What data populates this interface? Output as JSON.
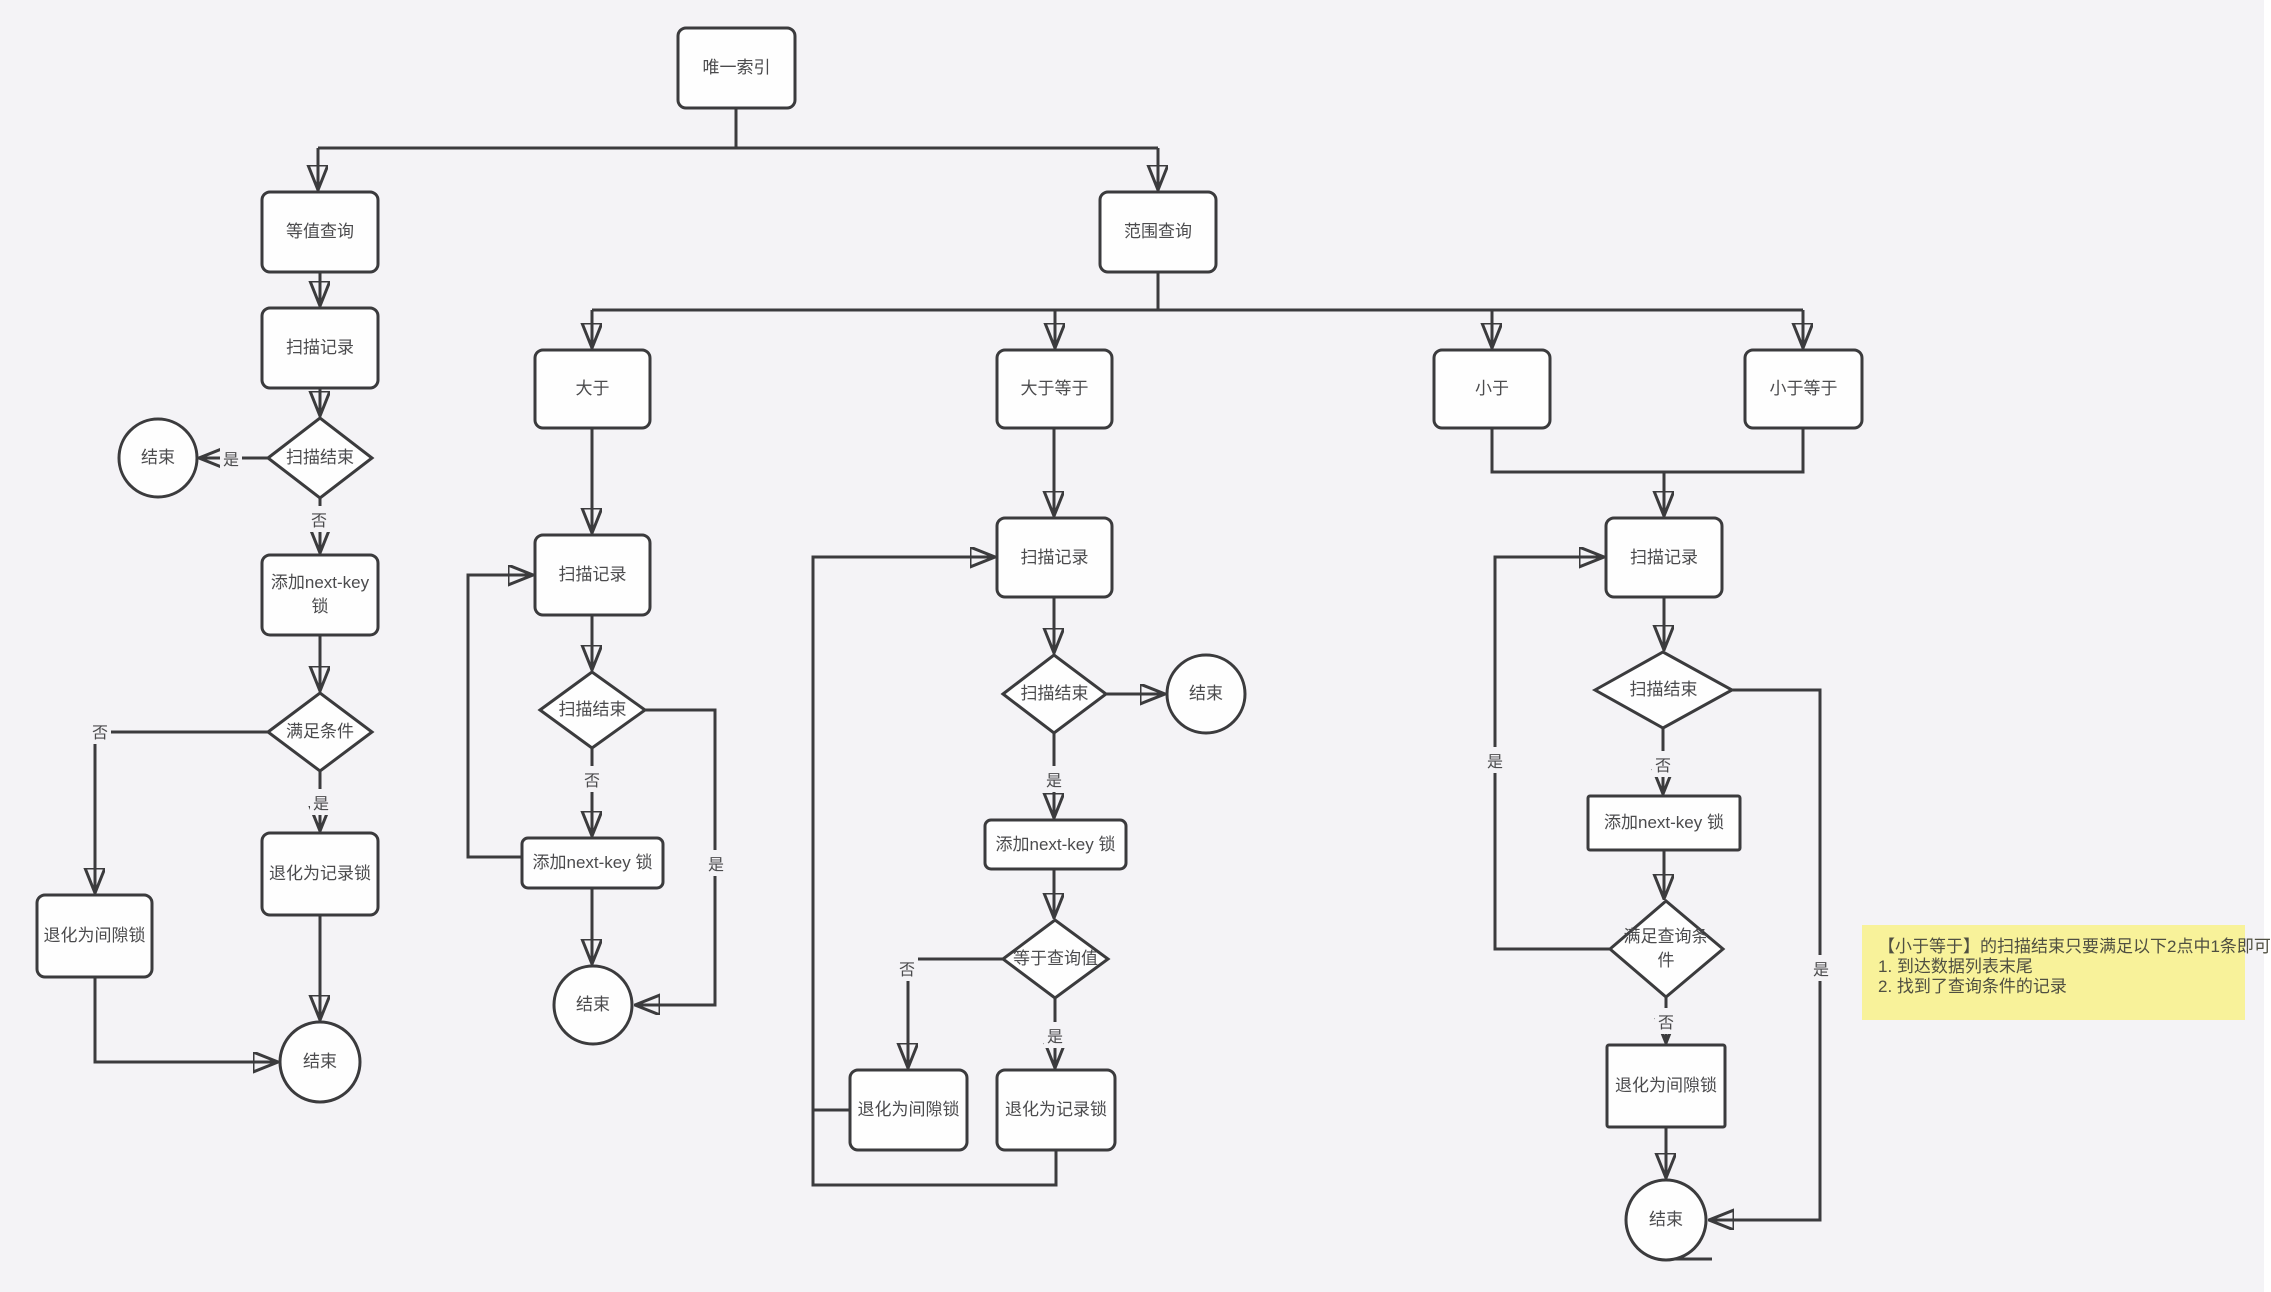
{
  "diagram": {
    "colors": {
      "background": "#f4f3f6",
      "line": "#3b3b3d",
      "node_fill": "#fefefe",
      "text": "#4b4b4d",
      "note_bg": "#f8f29a",
      "note_fold": "#bdbdc0",
      "note_text": "#4f4f41"
    },
    "nodes": {
      "unique_index": {
        "label": "唯一索引"
      },
      "eq_query": {
        "label": "等值查询"
      },
      "eq_scan": {
        "label": "扫描记录"
      },
      "eq_scan_end": {
        "label": "扫描结束"
      },
      "eq_end_left": {
        "label": "结束"
      },
      "eq_add_lock": {
        "label": "添加next-key 锁"
      },
      "eq_condition": {
        "label": "满足条件"
      },
      "eq_record_lock": {
        "label": "退化为记录锁"
      },
      "eq_gap_lock": {
        "label": "退化为间隙锁"
      },
      "eq_end_bottom": {
        "label": "结束"
      },
      "range_query": {
        "label": "范围查询"
      },
      "gt": {
        "label": "大于"
      },
      "gt_scan": {
        "label": "扫描记录"
      },
      "gt_scan_end": {
        "label": "扫描结束"
      },
      "gt_add_lock": {
        "label": "添加next-key 锁"
      },
      "gt_end": {
        "label": "结束"
      },
      "ge": {
        "label": "大于等于"
      },
      "ge_scan": {
        "label": "扫描记录"
      },
      "ge_scan_end": {
        "label": "扫描结束"
      },
      "ge_end": {
        "label": "结束"
      },
      "ge_add_lock": {
        "label": "添加next-key 锁"
      },
      "ge_eq_value": {
        "label": "等于查询值"
      },
      "ge_gap_lock": {
        "label": "退化为间隙锁"
      },
      "ge_record_lock": {
        "label": "退化为记录锁"
      },
      "lt": {
        "label": "小于"
      },
      "le": {
        "label": "小于等于"
      },
      "lt_scan": {
        "label": "扫描记录"
      },
      "lt_scan_end": {
        "label": "扫描结束"
      },
      "lt_add_lock": {
        "label": "添加next-key 锁"
      },
      "lt_condition": {
        "label": "满足查询条件"
      },
      "lt_gap_lock": {
        "label": "退化为间隙锁"
      },
      "lt_end": {
        "label": "结束"
      }
    },
    "edge_labels": {
      "eq_scan_end_yes": "是",
      "eq_scan_end_no": "否",
      "eq_condition_no": "否",
      "eq_condition_yes": "是",
      "gt_scan_end_no": "否",
      "gt_scan_end_yes": "是",
      "ge_scan_end_yes": "是",
      "ge_eq_value_no": "否",
      "ge_eq_value_yes": "是",
      "lt_scan_end_no": "否",
      "lt_condition_yes": "是",
      "lt_condition_no": "否",
      "lt_scan_end_yes": "是"
    },
    "note": {
      "title": "【小于等于】的扫描结束只要满足以下2点中1条即可",
      "item1": "1. 到达数据列表末尾",
      "item2": "2. 找到了查询条件的记录"
    }
  }
}
